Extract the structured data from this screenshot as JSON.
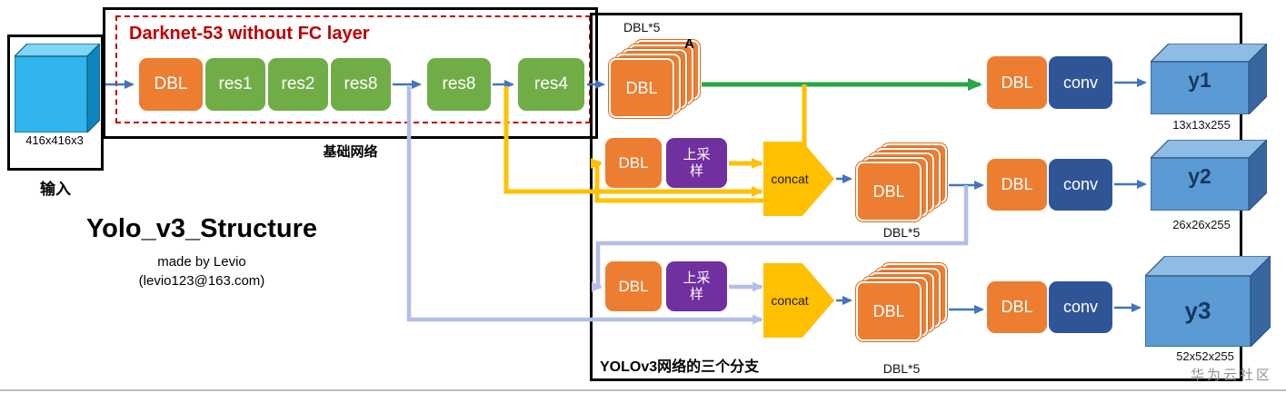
{
  "colors": {
    "block_orange": "#ED7D31",
    "block_green": "#70AD47",
    "block_purple": "#7030A0",
    "block_navy": "#2F5597",
    "concat_yellow": "#FFC000",
    "cube_blue": "#5B9BD5",
    "input_cyan": "#2FB5EC",
    "arrow_blue": "#4472C4",
    "arrow_green": "#27A844",
    "arrow_yellow": "#FFC000",
    "arrow_lavender": "#B3BEE5",
    "darknet_red": "#C00000"
  },
  "input": {
    "size_label": "416x416x3",
    "caption": "输入"
  },
  "backbone": {
    "title": "Darknet-53 without FC layer",
    "caption": "基础网络",
    "blocks": [
      "DBL",
      "res1",
      "res2",
      "res8",
      "res8",
      "res4"
    ]
  },
  "title": {
    "main": "Yolo_v3_Structure",
    "made_by": "made by Levio",
    "email": "(levio123@163.com)"
  },
  "branches": {
    "caption": "YOLOv3网络的三个分支",
    "top": {
      "stack_label": "DBL*5",
      "marker": "A",
      "stack_front": "DBL",
      "head_dbl": "DBL",
      "head_conv": "conv",
      "output": "y1",
      "output_size": "13x13x255"
    },
    "middle": {
      "dbl": "DBL",
      "upsample": "上采样",
      "concat": "concat",
      "stack_front": "DBL",
      "stack_label": "DBL*5",
      "head_dbl": "DBL",
      "head_conv": "conv",
      "output": "y2",
      "output_size": "26x26x255"
    },
    "bottom": {
      "dbl": "DBL",
      "upsample": "上采样",
      "concat": "concat",
      "stack_front": "DBL",
      "stack_label": "DBL*5",
      "head_dbl": "DBL",
      "head_conv": "conv",
      "output": "y3",
      "output_size": "52x52x255"
    }
  },
  "watermark": "华为云社区"
}
